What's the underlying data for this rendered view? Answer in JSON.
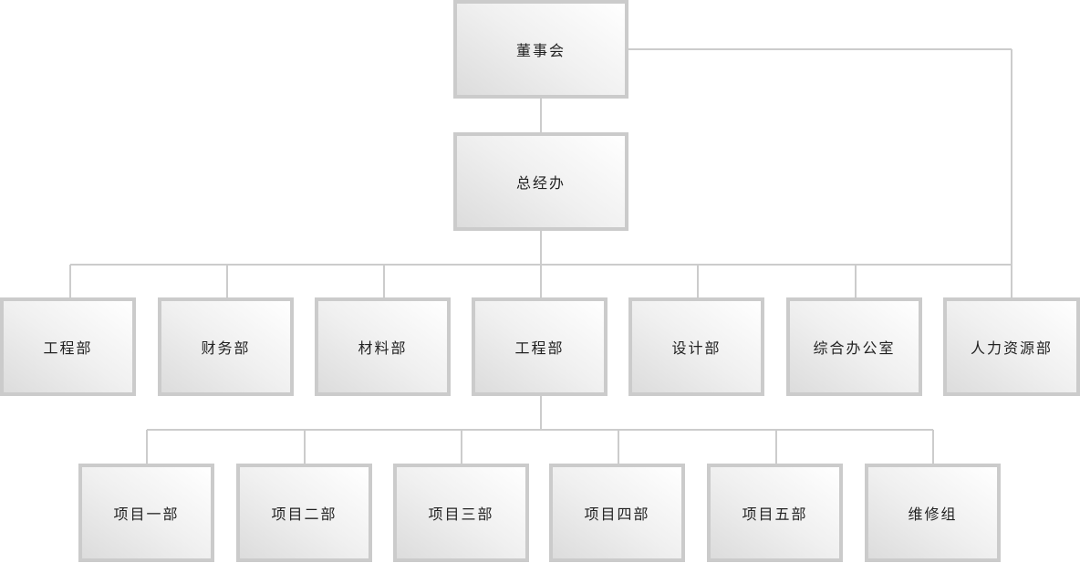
{
  "top": {
    "board": "董事会",
    "gm_office": "总经办"
  },
  "departments": [
    "工程部",
    "财务部",
    "材料部",
    "工程部",
    "设计部",
    "综合办公室",
    "人力资源部"
  ],
  "sub_units": [
    "项目一部",
    "项目二部",
    "项目三部",
    "项目四部",
    "项目五部",
    "维修组"
  ],
  "colors": {
    "border": "#cbcbcb",
    "line": "#cccccc"
  }
}
